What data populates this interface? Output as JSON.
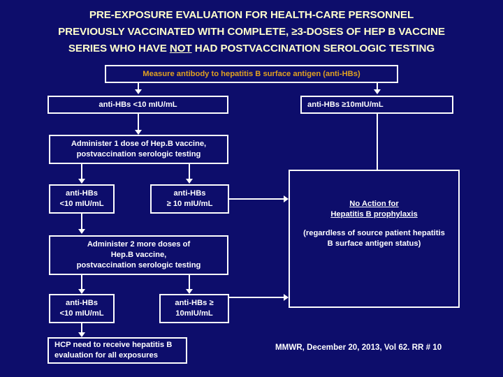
{
  "slide": {
    "background_color": "#0d0d6b",
    "title_color": "#ffffcc",
    "accent_color": "#e0a020",
    "text_color": "#ffffff"
  },
  "title": {
    "line1": "PRE-EXPOSURE EVALUATION FOR HEALTH-CARE PERSONNEL",
    "line2": "PREVIOUSLY VACCINATED WITH COMPLETE, ≥3-DOSES OF HEP B VACCINE",
    "line3_a": "SERIES WHO HAVE ",
    "line3_underlined": "NOT",
    "line3_b": " HAD POSTVACCINATION SEROLOGIC TESTING"
  },
  "flowchart": {
    "start": {
      "label": "Measure antibody to hepatitis B surface antigen (anti-HBs)"
    },
    "branch_low": {
      "label": "anti-HBs <10 mIU/mL"
    },
    "branch_high": {
      "label": "anti-HBs ≥10mIU/mL"
    },
    "administer_1": {
      "line1": "Administer 1 dose of Hep.B vaccine,",
      "line2": "postvaccination serologic testing"
    },
    "result_1_low": {
      "line1": "anti-HBs",
      "line2": "<10 mIU/mL"
    },
    "result_1_high": {
      "line1": "anti-HBs",
      "line2": "≥ 10 mIU/mL"
    },
    "administer_2": {
      "line1": "Administer 2 more doses of",
      "line2": "Hep.B vaccine,",
      "line3": "postvaccination serologic testing"
    },
    "result_2_low": {
      "line1": "anti-HBs",
      "line2": "<10 mIU/mL"
    },
    "result_2_high": {
      "line1": "anti-HBs ≥",
      "line2": "10mIU/mL"
    },
    "hcp_outcome": {
      "line1": "HCP need to receive hepatitis B",
      "line2": "evaluation for all exposures"
    },
    "no_action": {
      "heading_line1": "No Action for",
      "heading_line2": "Hepatitis B prophylaxis",
      "note_line1": "(regardless of source patient hepatitis",
      "note_line2": "B surface antigen status)"
    }
  },
  "citation": {
    "text": "MMWR, December 20, 2013, Vol 62. RR # 10"
  }
}
